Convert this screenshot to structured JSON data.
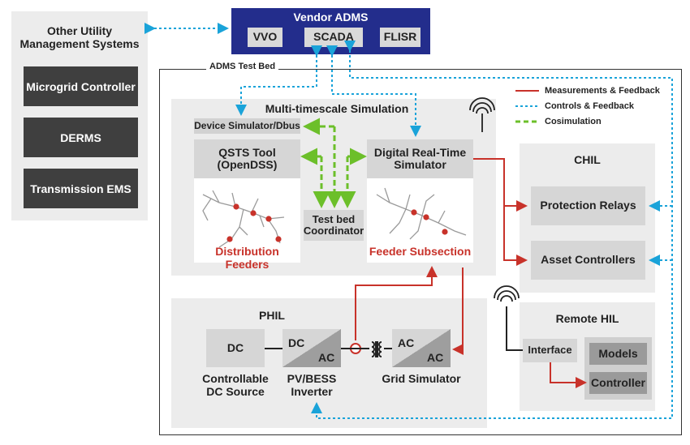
{
  "vendor": {
    "title": "Vendor ADMS",
    "vvo": "VVO",
    "scada": "SCADA",
    "flisr": "FLISR"
  },
  "other": {
    "title": "Other Utility\nManagement Systems",
    "items": [
      "Microgrid Controller",
      "DERMS",
      "Transmission EMS"
    ]
  },
  "testbed_label": "ADMS Test Bed",
  "legend": {
    "measurements": "Measurements & Feedback",
    "controls": "Controls & Feedback",
    "cosim": "Cosimulation"
  },
  "mts": {
    "title": "Multi-timescale Simulation",
    "device_sim": "Device Simulator/Dbus",
    "qsts": "QSTS Tool\n(OpenDSS)",
    "dist_feeders": "Distribution Feeders",
    "coordinator": "Test bed\nCoordinator",
    "drts": "Digital Real-Time\nSimulator",
    "feeder_sub": "Feeder Subsection"
  },
  "chil": {
    "title": "CHIL",
    "protection": "Protection Relays",
    "asset": "Asset Controllers"
  },
  "phil": {
    "title": "PHIL",
    "dc": "DC",
    "dc_caption": "Controllable\nDC Source",
    "inv_dc": "DC",
    "inv_ac": "AC",
    "inv_caption": "PV/BESS\nInverter",
    "grid_ac1": "AC",
    "grid_ac2": "AC",
    "grid_caption": "Grid Simulator"
  },
  "remote": {
    "title": "Remote HIL",
    "interface": "Interface",
    "models": "Models",
    "controller": "Controller"
  },
  "colors": {
    "red": "#c8322a",
    "blue": "#1aa3d9",
    "green": "#6cbf2a",
    "navy": "#232d8c"
  }
}
